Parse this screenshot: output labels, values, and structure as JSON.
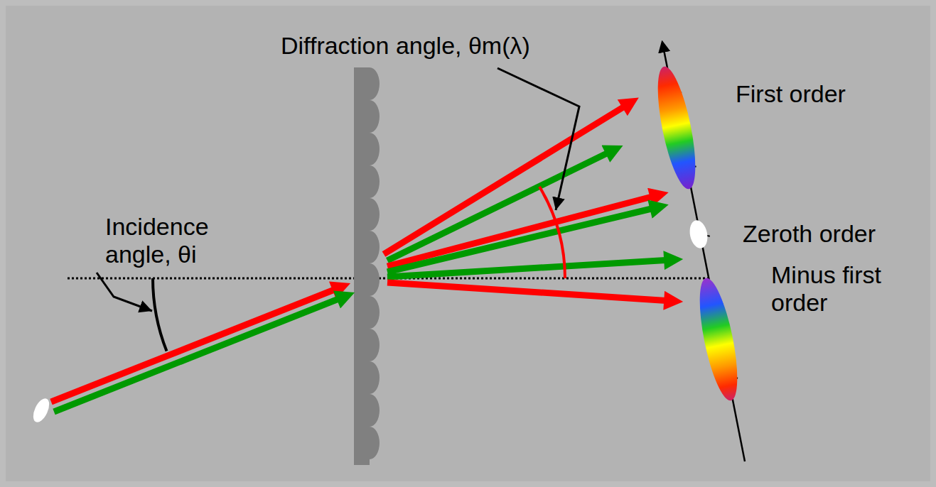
{
  "diagram": {
    "labels": [
      "Diffraction angle, θm(λ)",
      "Incidence angle, θi",
      "First order",
      "Zeroth order",
      "Minus first order"
    ]
  }
}
